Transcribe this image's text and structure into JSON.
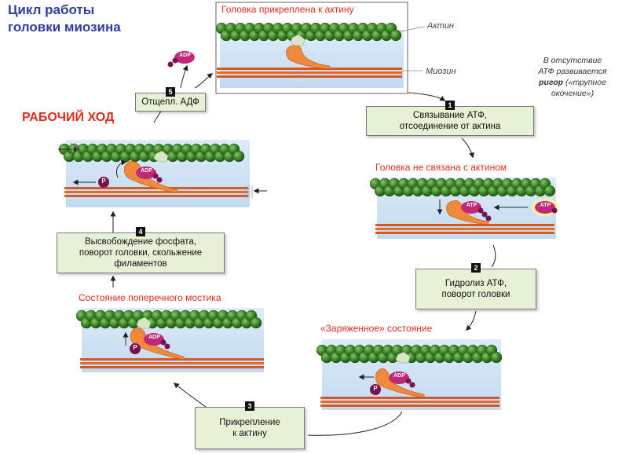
{
  "title": {
    "line1": "Цикл работы",
    "line2": "головки миозина"
  },
  "power_stroke_label": "РАБОЧИЙ ХОД",
  "states": {
    "attached": "Головка прикреплена к актину",
    "detached": "Головка не связана с актином",
    "cocked": "«Заряженное» состояние",
    "crossbridge": "Состояние поперечного мостика"
  },
  "side_labels": {
    "actin": "Актин",
    "myosin": "Миозин"
  },
  "rigor_note": {
    "line1": "В отсутствие",
    "line2_prefix": "АТФ развивается",
    "emphasis": "ригор",
    "line3": "(«трупное",
    "line4": "окочение»)"
  },
  "steps": [
    {
      "num": "1",
      "line1": "Связывание АТФ,",
      "line2": "отсоединение от актина",
      "line3": ""
    },
    {
      "num": "2",
      "line1": "Гидролиз АТФ,",
      "line2": "поворот головки",
      "line3": ""
    },
    {
      "num": "3",
      "line1": "Прикрепление",
      "line2": "к актину",
      "line3": ""
    },
    {
      "num": "4",
      "line1": "Высвобождение фосфата,",
      "line2": "поворот головки, скольжение",
      "line3": "филаментов"
    },
    {
      "num": "5",
      "line1": "Отщепл. АДФ",
      "line2": "",
      "line3": ""
    }
  ],
  "molecules": {
    "adp": "ADP",
    "atp": "ATP",
    "phosphate": "P"
  },
  "colors": {
    "actin": "#2f7a1e",
    "myosin": "#e06b2a",
    "head": "#f08a3a",
    "panel_bg": "#cfe3f5",
    "step_box": "#e6f1d6",
    "red_label": "#e02a1c",
    "title_blue": "#2f3d9e",
    "adp": "#c0287a",
    "phosphate": "#7a1050"
  }
}
